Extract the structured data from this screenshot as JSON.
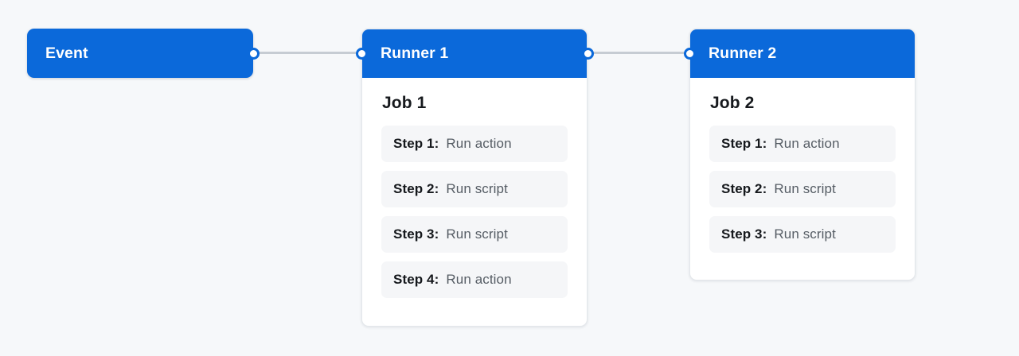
{
  "theme": {
    "page_background": "#f6f8fa",
    "accent_blue": "#0b69da",
    "card_background": "#ffffff",
    "step_background": "#f5f6f8",
    "connector_gray": "#c6ccd3",
    "heading_text": "#16191d",
    "muted_text": "#555c64"
  },
  "event": {
    "label": "Event"
  },
  "runners": [
    {
      "title": "Runner 1",
      "job_title": "Job 1",
      "steps": [
        {
          "label": "Step 1:",
          "value": "Run action"
        },
        {
          "label": "Step 2:",
          "value": "Run script"
        },
        {
          "label": "Step 3:",
          "value": "Run script"
        },
        {
          "label": "Step 4:",
          "value": "Run action"
        }
      ]
    },
    {
      "title": "Runner 2",
      "job_title": "Job 2",
      "steps": [
        {
          "label": "Step 1:",
          "value": "Run action"
        },
        {
          "label": "Step 2:",
          "value": "Run script"
        },
        {
          "label": "Step 3:",
          "value": "Run script"
        }
      ]
    }
  ]
}
